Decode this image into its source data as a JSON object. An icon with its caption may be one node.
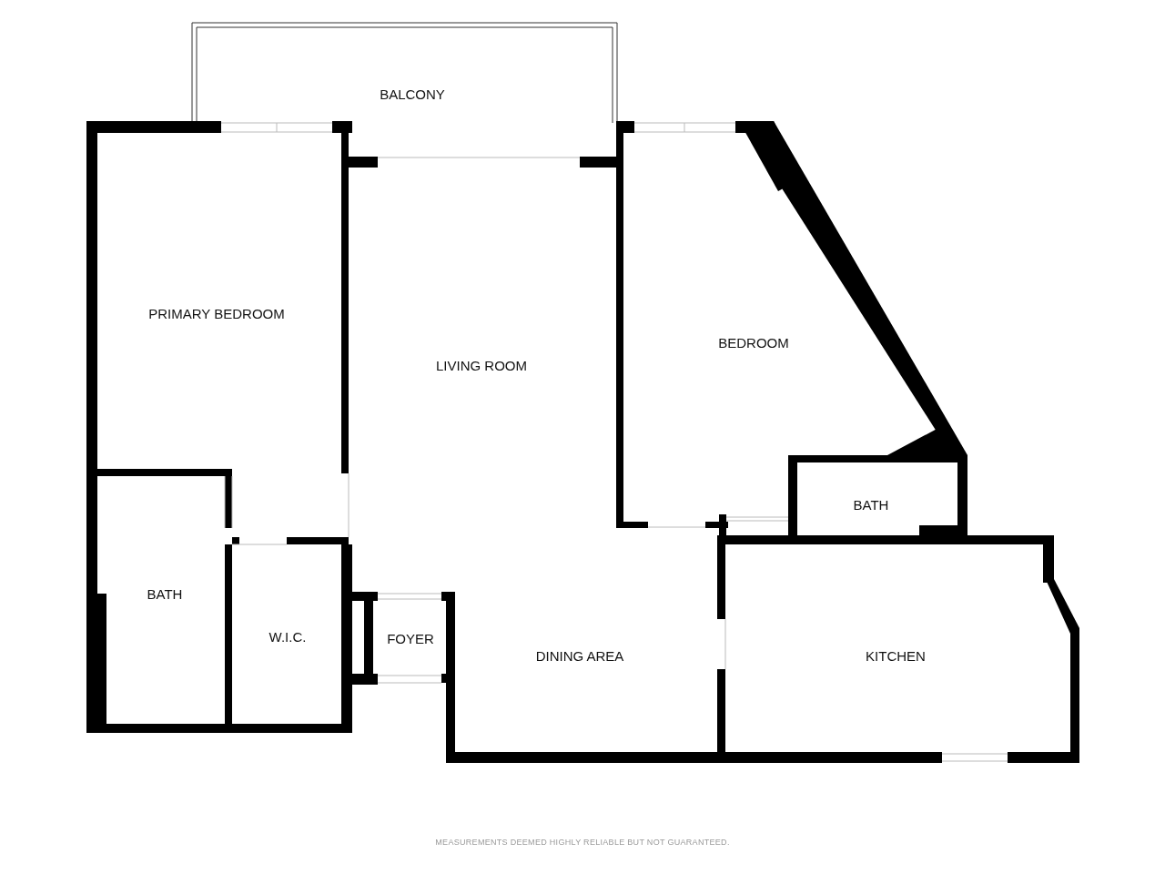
{
  "diagram": {
    "nodes": [
      {
        "text": [
          "BALCONY"
        ]
      },
      {
        "text": [
          "PRIMARY BEDROOM"
        ]
      },
      {
        "text": [
          "LIVING ROOM"
        ]
      },
      {
        "text": [
          "BEDROOM"
        ]
      },
      {
        "text": [
          "BATH"
        ]
      },
      {
        "text": [
          "BATH"
        ]
      },
      {
        "text": [
          "W.I.C."
        ]
      },
      {
        "text": [
          "FOYER"
        ]
      },
      {
        "text": [
          "DINING AREA"
        ]
      },
      {
        "text": [
          "KITCHEN"
        ]
      }
    ],
    "labels": [
      "MEASUREMENTS DEEMED HIGHLY RELIABLE BUT NOT GUARANTEED."
    ]
  }
}
